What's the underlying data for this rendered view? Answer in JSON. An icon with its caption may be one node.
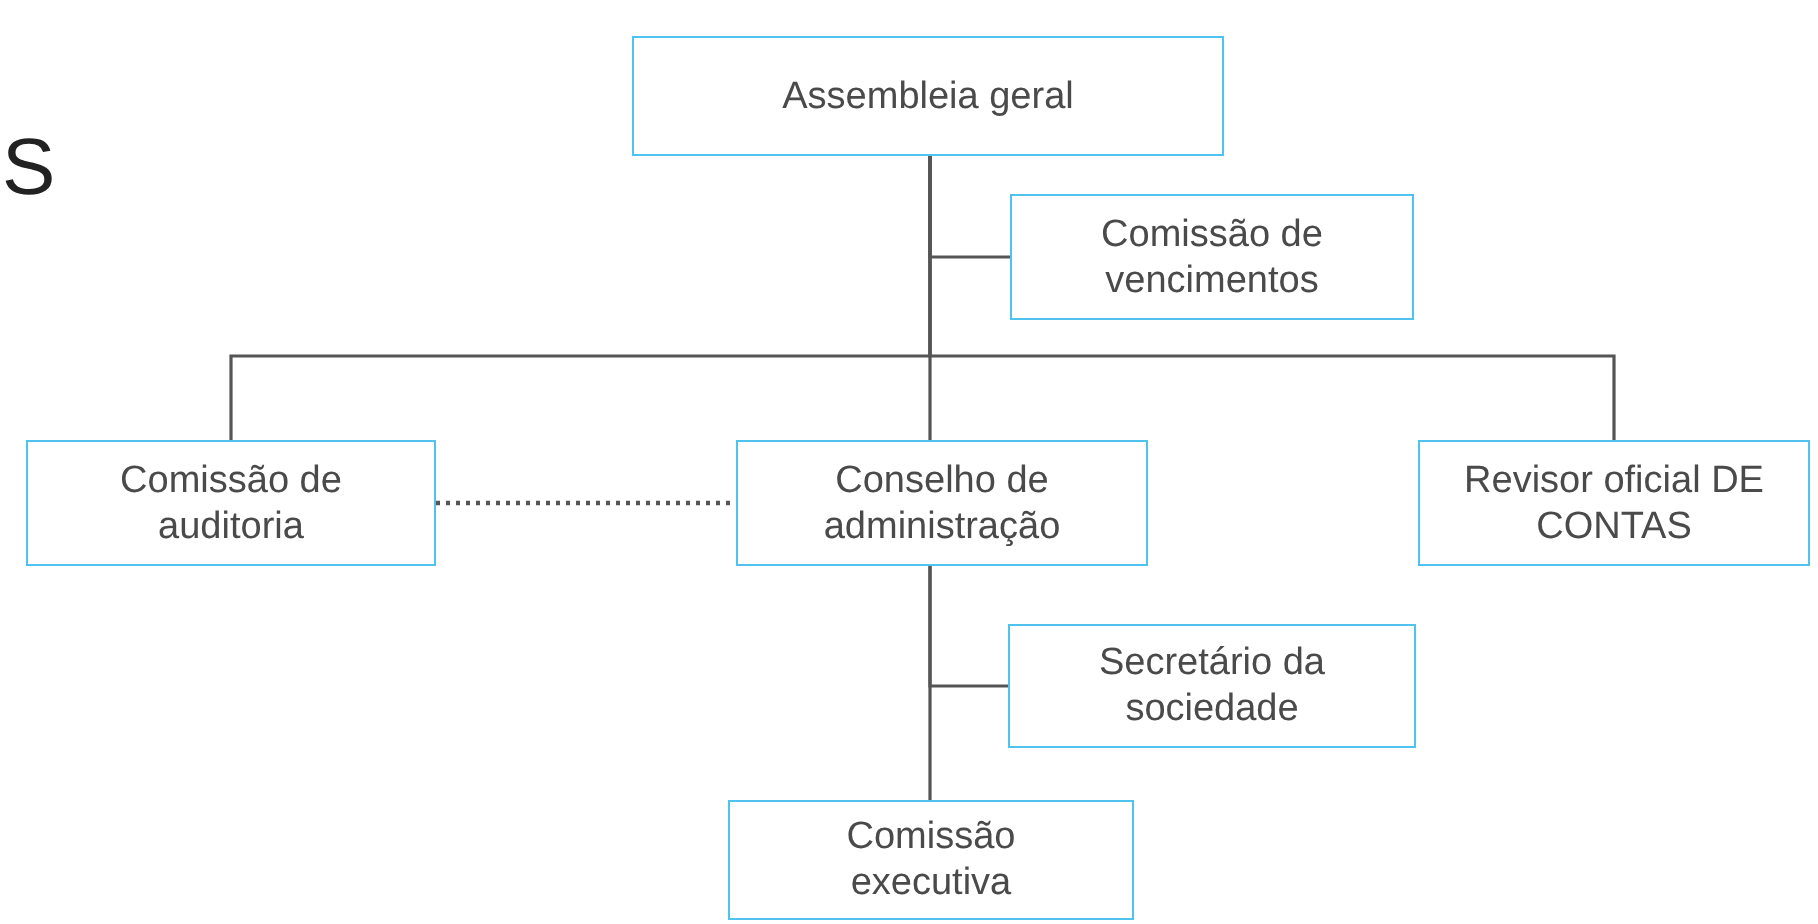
{
  "diagram": {
    "nodes": [
      {
        "text": [
          "Assembleia geral"
        ]
      },
      {
        "text": [
          "Comissão de vencimentos"
        ]
      },
      {
        "text": [
          "Comissão de auditoria"
        ]
      },
      {
        "text": [
          "Conselho de administração"
        ]
      },
      {
        "text": [
          "Revisor oficial DE CONTAS"
        ]
      },
      {
        "text": [
          "Secretário da sociedade"
        ]
      },
      {
        "text": [
          "Comissão executiva"
        ]
      }
    ],
    "edges": [
      {
        "from": 0,
        "to": 1,
        "arrow": "none"
      },
      {
        "from": 0,
        "to": 2,
        "arrow": "none"
      },
      {
        "from": 0,
        "to": 3,
        "arrow": "none"
      },
      {
        "from": 0,
        "to": 4,
        "arrow": "none"
      },
      {
        "from": 2,
        "to": 3,
        "arrow": "none",
        "style": "dashed"
      },
      {
        "from": 3,
        "to": 5,
        "arrow": "none"
      },
      {
        "from": 3,
        "to": 6,
        "arrow": "none"
      }
    ],
    "labels": [
      "S"
    ]
  }
}
